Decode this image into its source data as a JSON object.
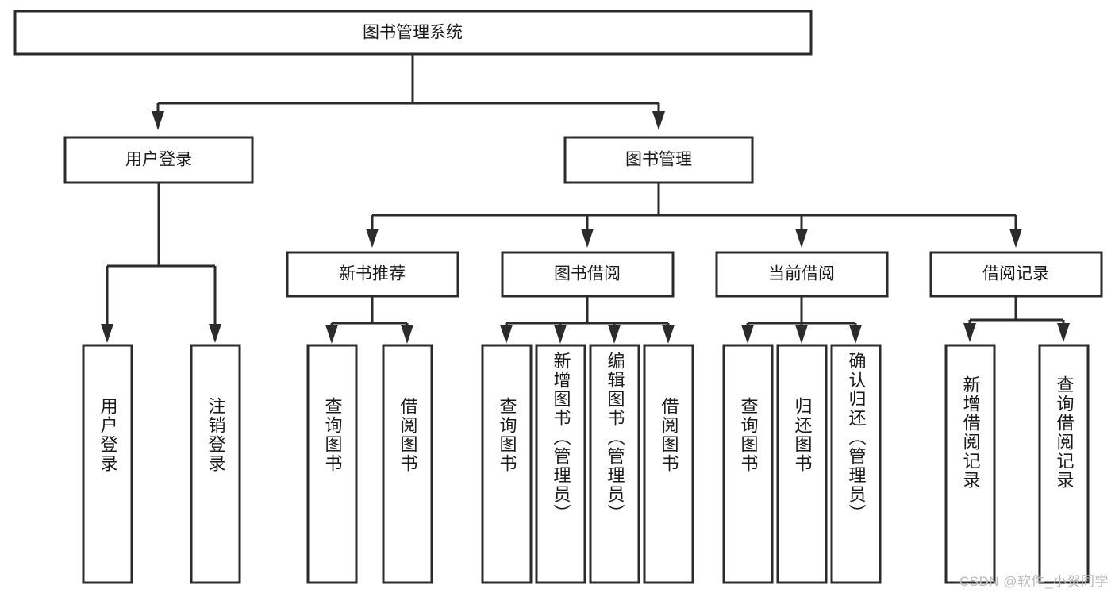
{
  "diagram": {
    "title": "图书管理系统",
    "type": "tree-hierarchy-diagram",
    "colors": {
      "background": "#ffffff",
      "stroke": "#2b2b2b",
      "node_fill": "#ffffff",
      "text": "#1a1a1a",
      "watermark": "#b9b9b9"
    },
    "root": {
      "label": "图书管理系统"
    },
    "level1": [
      {
        "label": "用户登录"
      },
      {
        "label": "图书管理"
      }
    ],
    "level2": [
      {
        "label": "新书推荐"
      },
      {
        "label": "图书借阅"
      },
      {
        "label": "当前借阅"
      },
      {
        "label": "借阅记录"
      }
    ],
    "leaves": {
      "user_login": [
        {
          "label": "用户登录"
        },
        {
          "label": "注销登录"
        }
      ],
      "new_book_recommend": [
        {
          "label": "查询图书"
        },
        {
          "label": "借阅图书"
        }
      ],
      "book_borrow": [
        {
          "label": "查询图书"
        },
        {
          "label": "新增图书（管理员）"
        },
        {
          "label": "编辑图书（管理员）"
        },
        {
          "label": "借阅图书"
        }
      ],
      "current_borrow": [
        {
          "label": "查询图书"
        },
        {
          "label": "归还图书"
        },
        {
          "label": "确认归还（管理员）"
        }
      ],
      "borrow_record": [
        {
          "label": "新增借阅记录"
        },
        {
          "label": "查询借阅记录"
        }
      ]
    }
  },
  "watermark": {
    "text": "CSDN @软件_小贺同学"
  }
}
